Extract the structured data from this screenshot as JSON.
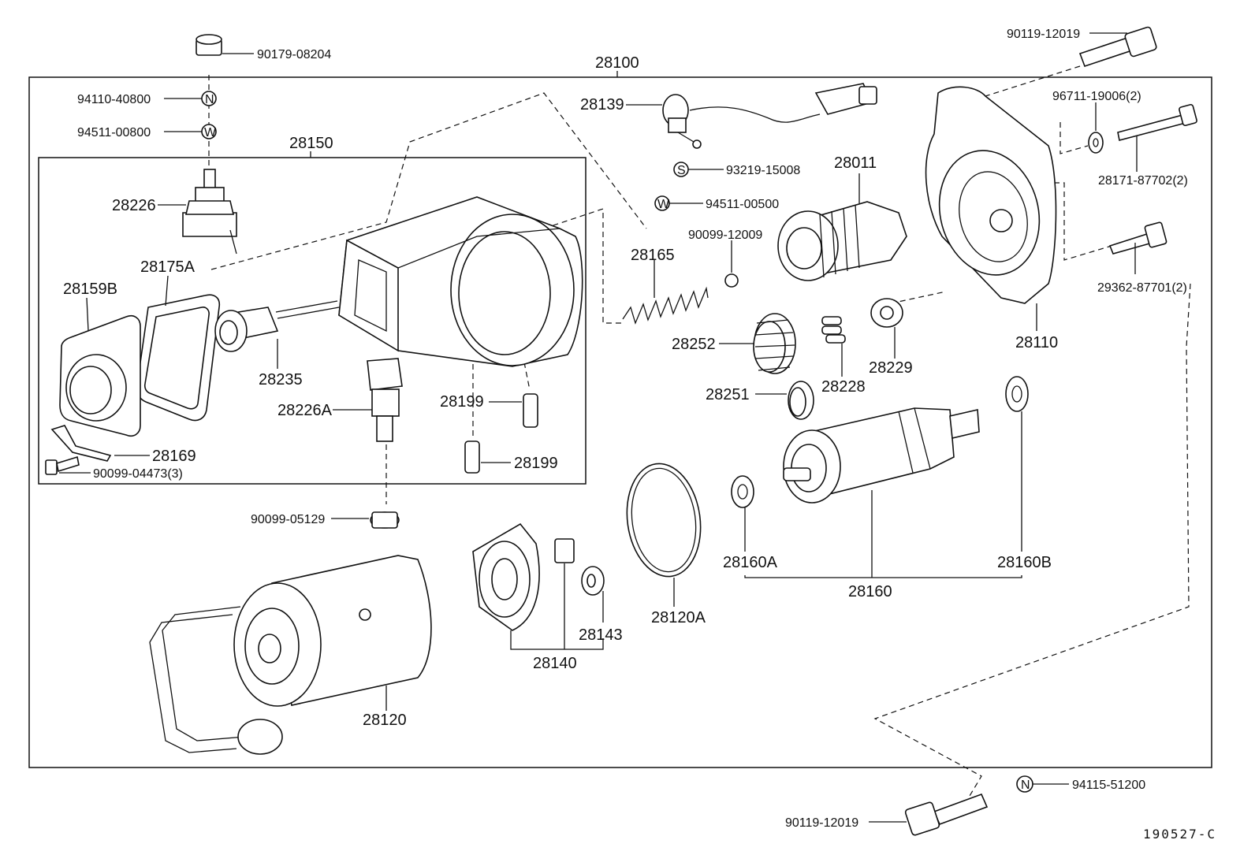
{
  "diagram": {
    "group_labels": {
      "assembly": "28100",
      "solenoid_group": "28150",
      "armature_group": "28160",
      "brush_group": "28140"
    },
    "part_labels": {
      "p28139": "28139",
      "p28011": "28011",
      "p28226": "28226",
      "p28175A": "28175A",
      "p28159B": "28159B",
      "p28235": "28235",
      "p28226A": "28226A",
      "p28199a": "28199",
      "p28199b": "28199",
      "p28169": "28169",
      "p28165": "28165",
      "p28252": "28252",
      "p28251": "28251",
      "p28228": "28228",
      "p28229": "28229",
      "p28110": "28110",
      "p28160A": "28160A",
      "p28160B": "28160B",
      "p28120A": "28120A",
      "p28143": "28143",
      "p28120": "28120"
    },
    "hardware_labels": {
      "h90179_08204": "90179-08204",
      "h94110_40800": "94110-40800",
      "h94511_00800": "94511-00800",
      "h93219_15008": "93219-15008",
      "h94511_00500": "94511-00500",
      "h90099_12009": "90099-12009",
      "h90099_04473": "90099-04473(3)",
      "h90099_05129": "90099-05129",
      "h90119_12019_top": "90119-12019",
      "h96711_19006": "96711-19006(2)",
      "h28171_87702": "28171-87702(2)",
      "h29362_87701": "29362-87701(2)",
      "h94115_51200": "94115-51200",
      "h90119_12019_bottom": "90119-12019"
    },
    "symbols": {
      "nut": "N",
      "washer": "W",
      "spring_washer": "S"
    },
    "reference_code": "190527-C"
  }
}
